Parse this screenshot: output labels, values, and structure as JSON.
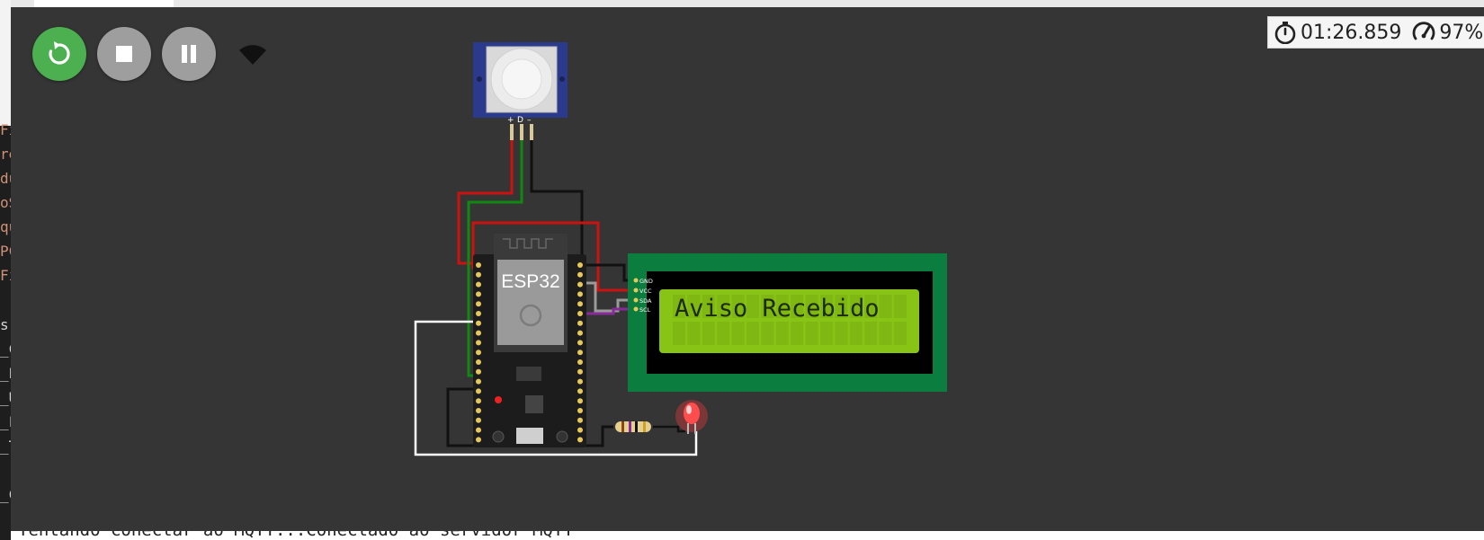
{
  "controls": {
    "restart_label": "Restart simulation",
    "stop_label": "Stop simulation",
    "pause_label": "Pause simulation",
    "wifi_icon": "wifi-icon"
  },
  "timer": {
    "elapsed": "01:26.859",
    "speed": "97%",
    "stopwatch_icon": "stopwatch-icon",
    "speedometer_icon": "speedometer-icon"
  },
  "editor_fragments": {
    "upper": [
      "Fi",
      "re",
      "du",
      "oS",
      "qu",
      "PC",
      "Fi"
    ],
    "lower": [
      "s",
      "_C",
      "_E",
      "_U",
      "_F",
      "_T",
      "_C"
    ]
  },
  "components": {
    "pir_pins": [
      "+",
      "D",
      "–"
    ],
    "esp32_label": "ESP32",
    "lcd_pins": [
      "GND",
      "VCC",
      "SDA",
      "SCL"
    ],
    "lcd_line1": "Aviso Recebido",
    "lcd_line2": ""
  },
  "serial": {
    "output": "Tentando conectar ao MQTT...Conectado ao servidor MQTT"
  },
  "colors": {
    "canvas": "#353535",
    "restart_button": "#4caf50",
    "control_button": "#9e9e9e",
    "lcd_board": "#0b7d3e",
    "lcd_screen": "#88c416",
    "pir_board": "#2b3a8c",
    "wire_red": "#cc1111",
    "wire_green": "#118811",
    "wire_black": "#111111",
    "wire_white": "#ffffff",
    "wire_purple": "#8a2a9a",
    "led_red": "#ff3b3b"
  }
}
